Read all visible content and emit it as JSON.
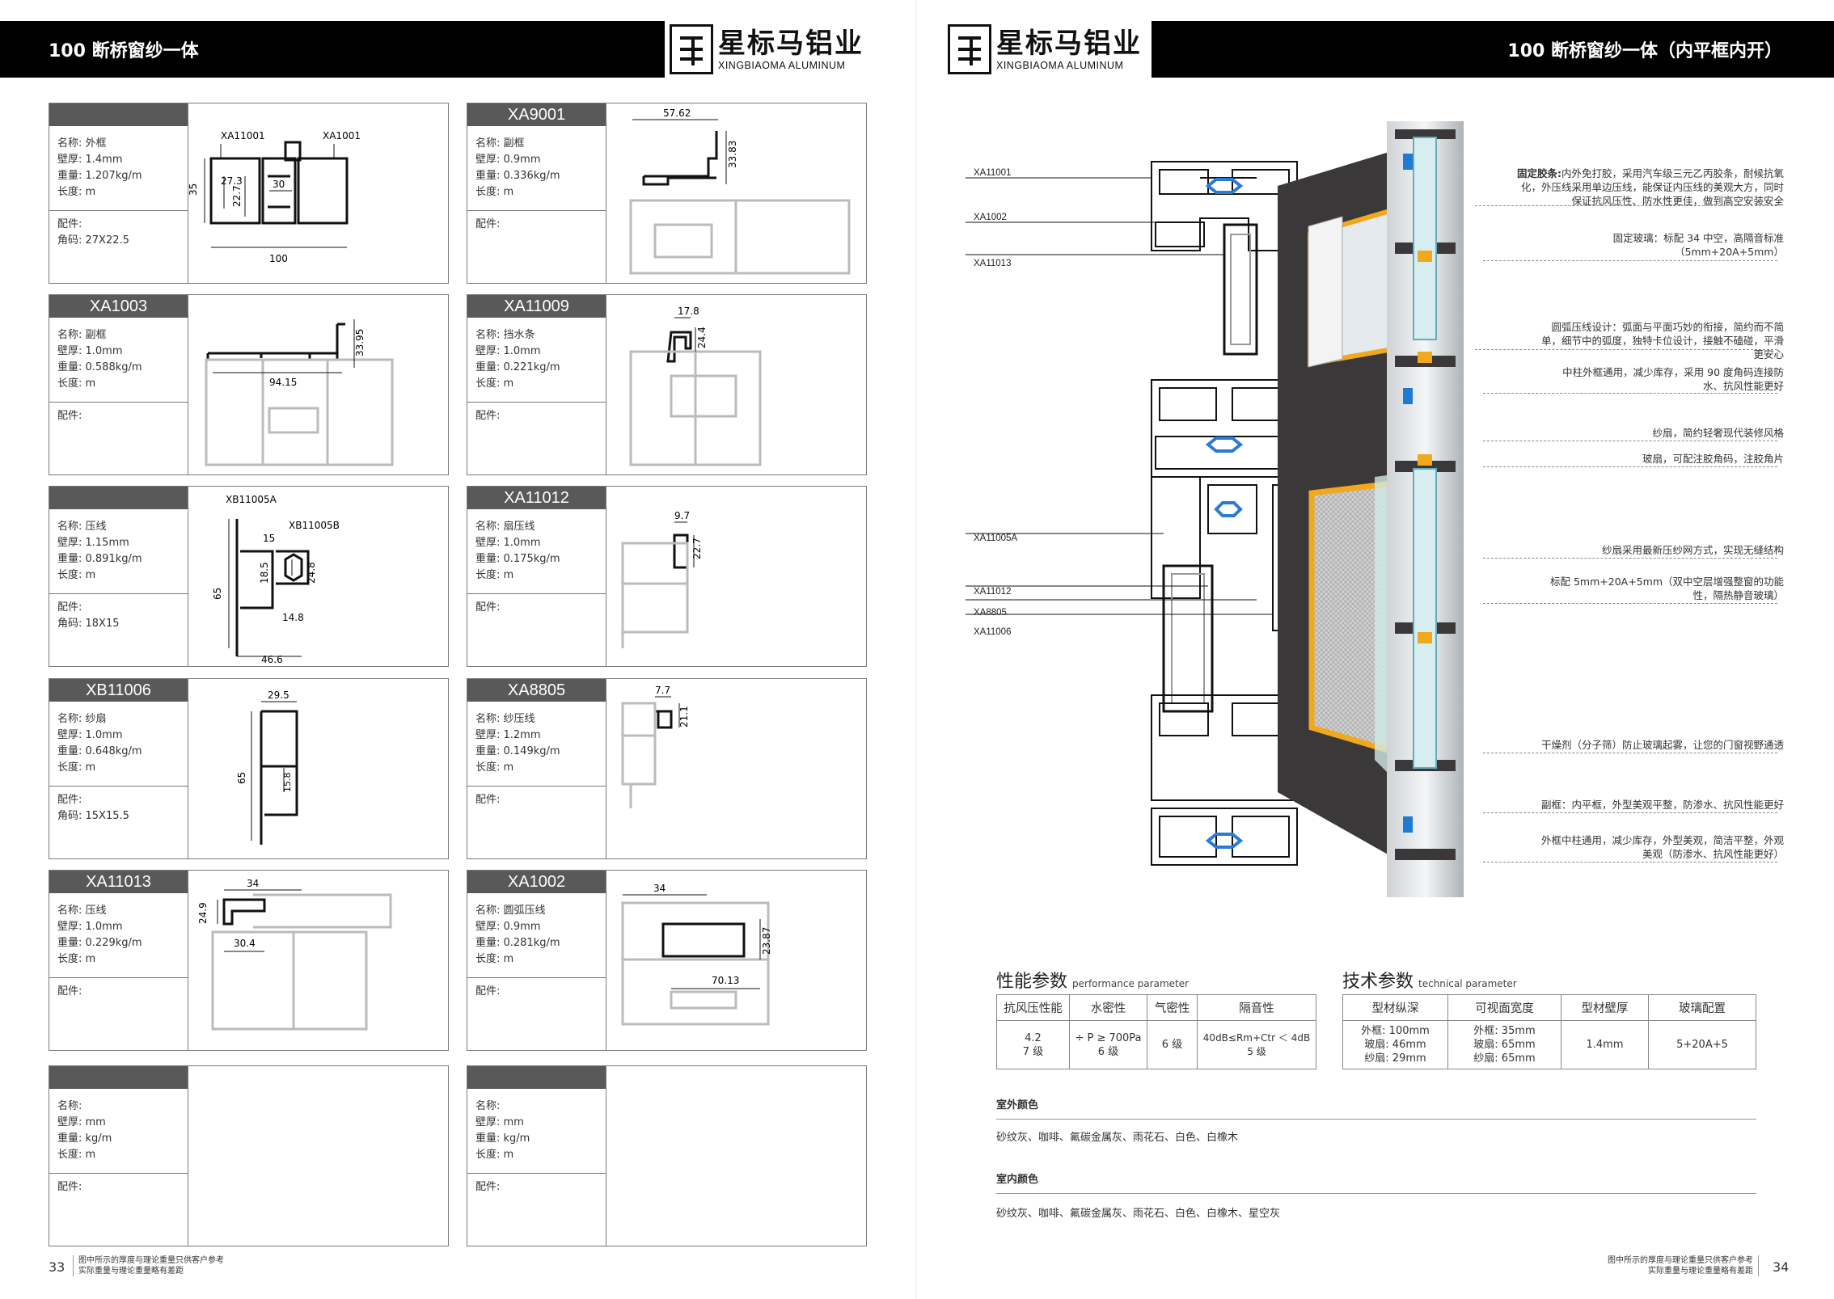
{
  "left_page": {
    "header_title": "100 断桥窗纱一体",
    "page_number": "33",
    "footer_note": [
      "图中所示的厚度与理论重量只供客户参考",
      "实际重量与理论重量略有差距"
    ],
    "cards": [
      {
        "code": "",
        "name": "名称: 外框",
        "wall": "壁厚: 1.4mm",
        "weight": "重量: 1.207kg/m",
        "length": "长度: m",
        "acc_label": "配件:",
        "acc_value": "角码: 27X22.5",
        "dims": [
          "XA11001",
          "XA1001",
          "27.3",
          "22.7",
          "30",
          "35",
          "100"
        ]
      },
      {
        "code": "XA9001",
        "name": "名称: 副框",
        "wall": "壁厚: 0.9mm",
        "weight": "重量: 0.336kg/m",
        "length": "长度: m",
        "acc_label": "配件:",
        "acc_value": "",
        "dims": [
          "57.62",
          "33.83"
        ]
      },
      {
        "code": "XA1003",
        "name": "名称: 副框",
        "wall": "壁厚: 1.0mm",
        "weight": "重量: 0.588kg/m",
        "length": "长度: m",
        "acc_label": "配件:",
        "acc_value": "",
        "dims": [
          "33.95",
          "94.15"
        ]
      },
      {
        "code": "XA11009",
        "name": "名称: 挡水条",
        "wall": "壁厚: 1.0mm",
        "weight": "重量: 0.221kg/m",
        "length": "长度: m",
        "acc_label": "配件:",
        "acc_value": "",
        "dims": [
          "17.8",
          "24.4"
        ]
      },
      {
        "code": "",
        "name": "名称: 压线",
        "wall": "壁厚: 1.15mm",
        "weight": "重量: 0.891kg/m",
        "length": "长度: m",
        "acc_label": "配件:",
        "acc_value": "角码: 18X15",
        "dims": [
          "XB11005A",
          "XB11005B",
          "15",
          "18.5",
          "24.8",
          "14.8",
          "65",
          "46.6"
        ]
      },
      {
        "code": "XA11012",
        "name": "名称: 扇压线",
        "wall": "壁厚: 1.0mm",
        "weight": "重量: 0.175kg/m",
        "length": "长度: m",
        "acc_label": "配件:",
        "acc_value": "",
        "dims": [
          "9.7",
          "22.7"
        ]
      },
      {
        "code": "XB11006",
        "name": "名称: 纱扇",
        "wall": "壁厚: 1.0mm",
        "weight": "重量: 0.648kg/m",
        "length": "长度: m",
        "acc_label": "配件:",
        "acc_value": "角码: 15X15.5",
        "dims": [
          "29.5",
          "65",
          "15.8"
        ]
      },
      {
        "code": "XA8805",
        "name": "名称: 纱压线",
        "wall": "壁厚: 1.2mm",
        "weight": "重量: 0.149kg/m",
        "length": "长度: m",
        "acc_label": "配件:",
        "acc_value": "",
        "dims": [
          "7.7",
          "21.1"
        ]
      },
      {
        "code": "XA11013",
        "name": "名称: 压线",
        "wall": "壁厚: 1.0mm",
        "weight": "重量: 0.229kg/m",
        "length": "长度: m",
        "acc_label": "配件:",
        "acc_value": "",
        "dims": [
          "34",
          "24.9",
          "30.4"
        ]
      },
      {
        "code": "XA1002",
        "name": "名称: 圆弧压线",
        "wall": "壁厚: 0.9mm",
        "weight": "重量: 0.281kg/m",
        "length": "长度: m",
        "acc_label": "配件:",
        "acc_value": "",
        "dims": [
          "34",
          "23.87",
          "70.13"
        ]
      },
      {
        "code": "",
        "name": "名称:",
        "wall": "壁厚: mm",
        "weight": "重量: kg/m",
        "length": "长度: m",
        "acc_label": "配件:",
        "acc_value": "",
        "dims": []
      },
      {
        "code": "",
        "name": "名称:",
        "wall": "壁厚: mm",
        "weight": "重量: kg/m",
        "length": "长度: m",
        "acc_label": "配件:",
        "acc_value": "",
        "dims": []
      }
    ]
  },
  "right_page": {
    "header_title": "100 断桥窗纱一体（内平框内开）",
    "page_number": "34",
    "footer_note": [
      "图中所示的厚度与理论重量只供客户参考",
      "实际重量与理论重量略有差距"
    ],
    "section_labels": [
      "XA11001",
      "XA1002",
      "XA11013",
      "XA11005A",
      "XA11012",
      "XA8805",
      "XA11006"
    ],
    "callouts": [
      {
        "bold": "固定胶条:",
        "text": "内外免打胶，采用汽车级三元乙丙胶条，耐候抗氧化，外压线采用单边压线，能保证内压线的美观大方，同时保证抗风压性、防水性更佳，做到高空安装安全"
      },
      {
        "bold": "",
        "text": "固定玻璃：标配 34 中空，高隔音标准（5mm+20A+5mm）"
      },
      {
        "bold": "",
        "text": "圆弧压线设计：弧面与平面巧妙的衔接，简约而不简单，细节中的弧度，独特卡位设计，接触不磕碰，平滑更安心"
      },
      {
        "bold": "",
        "text": "中柱外框通用，减少库存，采用 90 度角码连接防水、抗风性能更好"
      },
      {
        "bold": "",
        "text": "纱扇，简约轻奢现代装修风格"
      },
      {
        "bold": "",
        "text": "玻扇，可配注胶角码，注胶角片"
      },
      {
        "bold": "",
        "text": "纱扇采用最新压纱网方式，实现无缝结构"
      },
      {
        "bold": "",
        "text": "标配 5mm+20A+5mm（双中空层增强整窗的功能性，隔热静音玻璃）"
      },
      {
        "bold": "",
        "text": "干燥剂（分子筛）防止玻璃起雾，让您的门窗视野通透"
      },
      {
        "bold": "",
        "text": "副框：内平框，外型美观平整，防渗水、抗风性能更好"
      },
      {
        "bold": "",
        "text": "外框中柱通用，减少库存，外型美观，简洁平整，外观美观（防渗水、抗风性能更好）"
      }
    ],
    "performance": {
      "title": "性能参数",
      "subtitle": "performance parameter",
      "headers": [
        "抗风压性能",
        "水密性",
        "气密性",
        "隔音性"
      ],
      "row": [
        [
          "4.2",
          "7 级"
        ],
        [
          "÷ P ≥ 700Pa",
          "6 级"
        ],
        [
          "6 级"
        ],
        [
          "40dB≤Rm+Ctr ＜ 4dB",
          "5 级"
        ]
      ]
    },
    "technical": {
      "title": "技术参数",
      "subtitle": "technical parameter",
      "headers": [
        "型材纵深",
        "可视面宽度",
        "型材壁厚",
        "玻璃配置"
      ],
      "row": [
        [
          "外框: 100mm",
          "玻扇: 46mm",
          "纱扇: 29mm"
        ],
        [
          "外框: 35mm",
          "玻扇: 65mm",
          "纱扇: 65mm"
        ],
        [
          "1.4mm"
        ],
        [
          "5+20A+5"
        ]
      ]
    },
    "outdoor_colors": {
      "label": "室外颜色",
      "value": "砂纹灰、咖啡、氟碳金属灰、雨花石、白色、白橡木"
    },
    "indoor_colors": {
      "label": "室内颜色",
      "value": "砂纹灰、咖啡、氟碳金属灰、雨花石、白色、白橡木、星空灰"
    }
  },
  "brand": {
    "name_cn": "星标马铝业",
    "name_en": "XINGBIAOMA ALUMINUM"
  },
  "colors": {
    "header_bg": "#000000",
    "card_title_bg": "#595959",
    "frame_dark": "#3a3838",
    "accent_orange": "#f2a81d",
    "accent_blue": "#1f7ad1"
  }
}
